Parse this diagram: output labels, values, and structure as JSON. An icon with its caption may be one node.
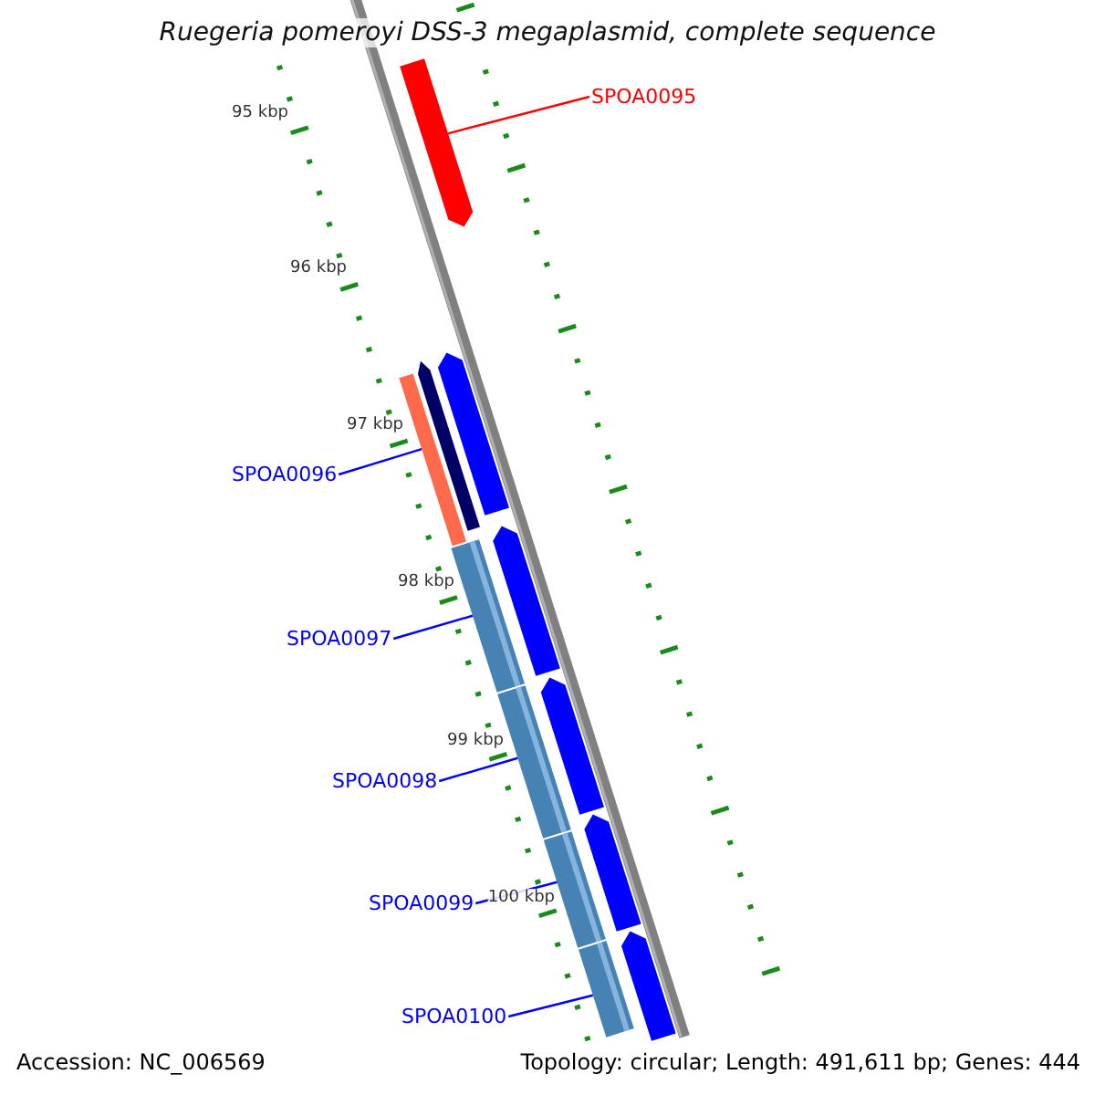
{
  "diagram": {
    "title": "Ruegeria pomeroyi DSS-3 megaplasmid, complete sequence",
    "nodes": [
      {
        "text": [
          "SPOA0095"
        ]
      },
      {
        "text": [],
        "shape": "arrow"
      },
      {
        "text": [
          "SPOA0096"
        ]
      },
      {
        "text": [],
        "shape": "bar"
      },
      {
        "text": [
          "SPOA0097"
        ]
      },
      {
        "text": [],
        "shape": "bar"
      },
      {
        "text": [
          "SPOA0098"
        ]
      },
      {
        "text": [],
        "shape": "bar"
      },
      {
        "text": [
          "SPOA0099"
        ]
      },
      {
        "text": [],
        "shape": "bar"
      },
      {
        "text": [
          "SPOA0100"
        ]
      },
      {
        "text": [],
        "shape": "bar"
      },
      {
        "text": [],
        "shape": "arrow"
      },
      {
        "text": [],
        "shape": "arrow"
      },
      {
        "text": [],
        "shape": "arrow"
      },
      {
        "text": [],
        "shape": "arrow"
      },
      {
        "text": [],
        "shape": "arrow"
      },
      {
        "text": [],
        "shape": "arrow"
      }
    ],
    "edges": [
      {
        "from": 0,
        "to": 1,
        "arrow": "none",
        "color": "#ff0000"
      },
      {
        "from": 2,
        "to": 3,
        "arrow": "none"
      },
      {
        "from": 4,
        "to": 5,
        "arrow": "none"
      },
      {
        "from": 6,
        "to": 7,
        "arrow": "none"
      },
      {
        "from": 8,
        "to": 9,
        "arrow": "none"
      },
      {
        "from": 10,
        "to": 11,
        "arrow": "none"
      }
    ],
    "labels": [
      "95 kbp",
      "96 kbp",
      "97 kbp",
      "98 kbp",
      "99 kbp",
      "100 kbp",
      "Accession: NC_006569",
      "Topology: circular; Length: 491,611 bp; Genes: 444"
    ]
  }
}
